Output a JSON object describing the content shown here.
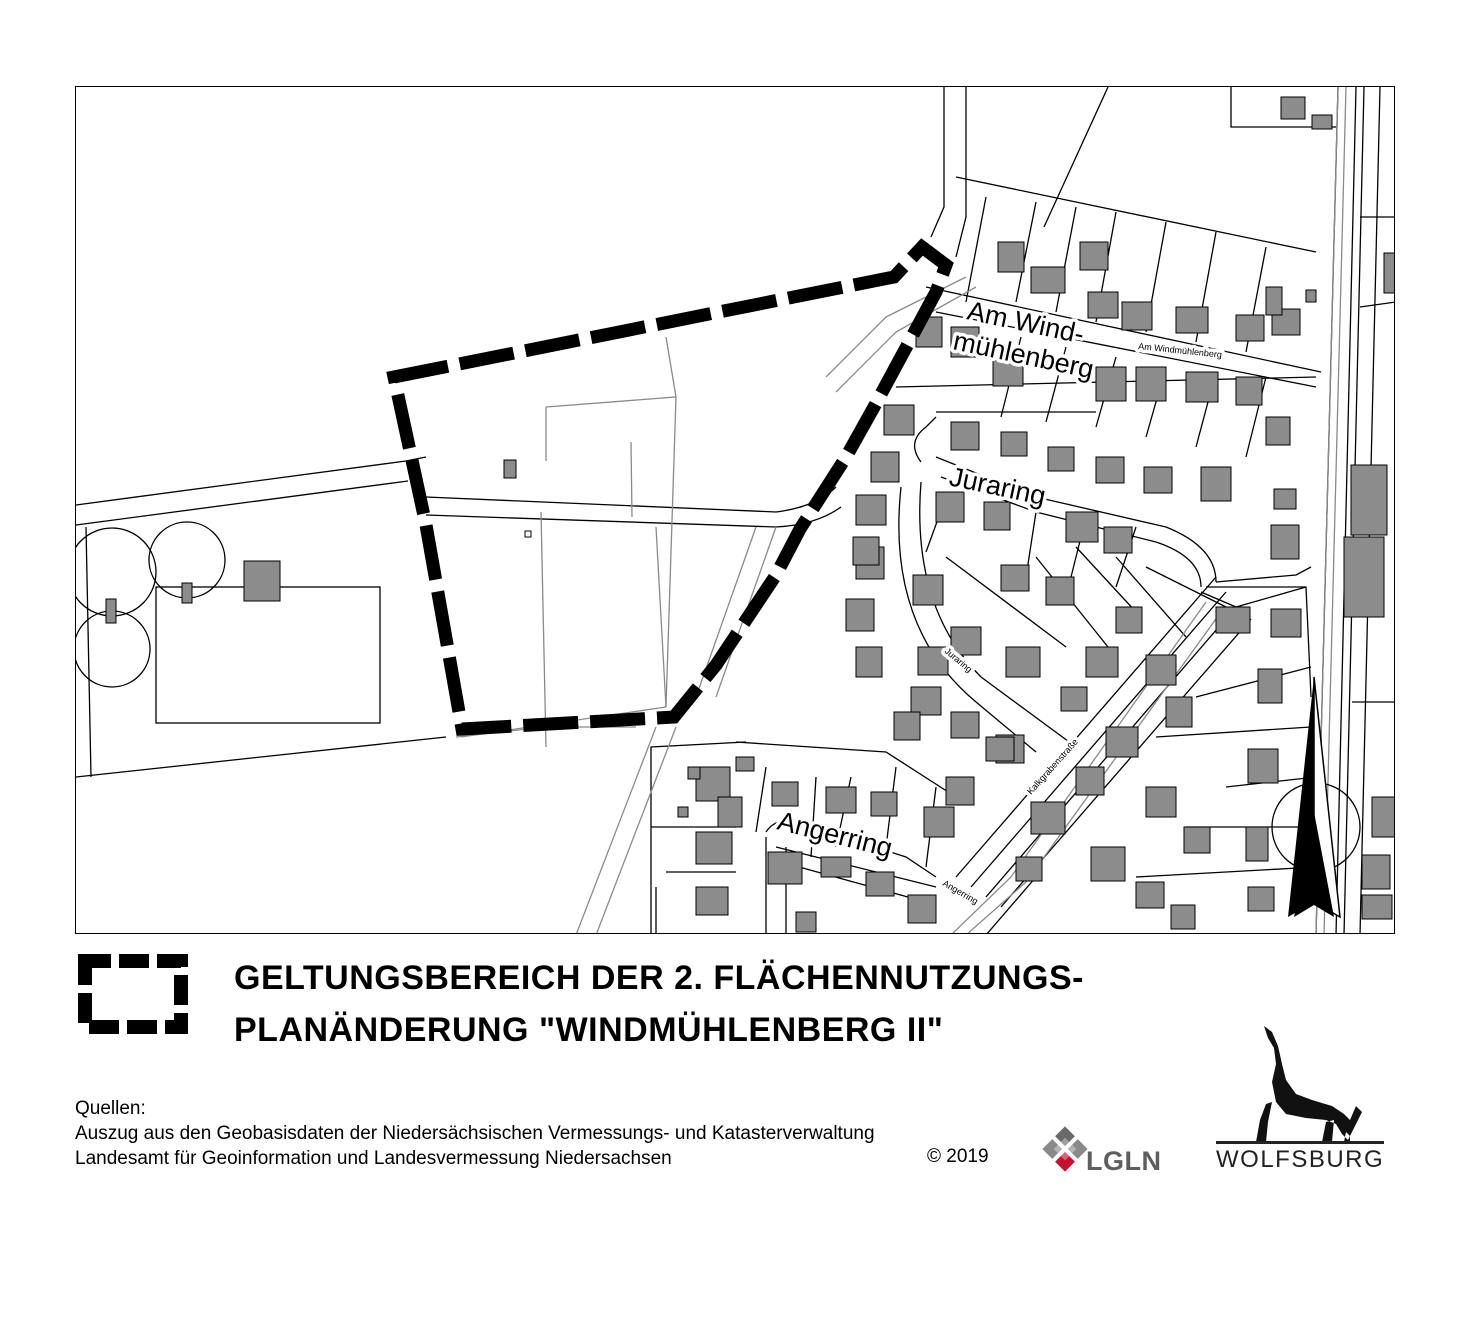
{
  "map": {
    "street_labels": [
      {
        "id": "am-windmuehlenberg-1",
        "text": "Am Wind-"
      },
      {
        "id": "am-windmuehlenberg-2",
        "text": "mühlenberg"
      },
      {
        "id": "am-windmuehlenberg-small",
        "text": "Am Windmühlenberg"
      },
      {
        "id": "juraring",
        "text": "Juraring"
      },
      {
        "id": "juraring-small",
        "text": "Juraring"
      },
      {
        "id": "kalkgraben-small",
        "text": "Kalkgrabenstraße"
      },
      {
        "id": "angerring",
        "text": "Angerring"
      },
      {
        "id": "angerring-small",
        "text": "Angerring"
      }
    ],
    "colors": {
      "boundary": "#000000",
      "building": "#8c8c8c",
      "parcel_line": "#000000",
      "path_line": "#9a9a9a"
    }
  },
  "legend": {
    "symbol": "boundary-symbol",
    "line1": "GELTUNGSBEREICH DER 2. FLÄCHENNUTZUNGS-",
    "line2": "PLANÄNDERUNG \"WINDMÜHLENBERG II\""
  },
  "sources": {
    "heading": "Quellen:",
    "line1": "Auszug aus den Geobasisdaten der Niedersächsischen Vermessungs- und Katasterverwaltung",
    "line2": "Landesamt für Geoinformation und Landesvermessung Niedersachsen",
    "copyright": "© 2019"
  },
  "logos": {
    "lgln": "LGLN",
    "wolfsburg": "WOLFSBURG"
  }
}
